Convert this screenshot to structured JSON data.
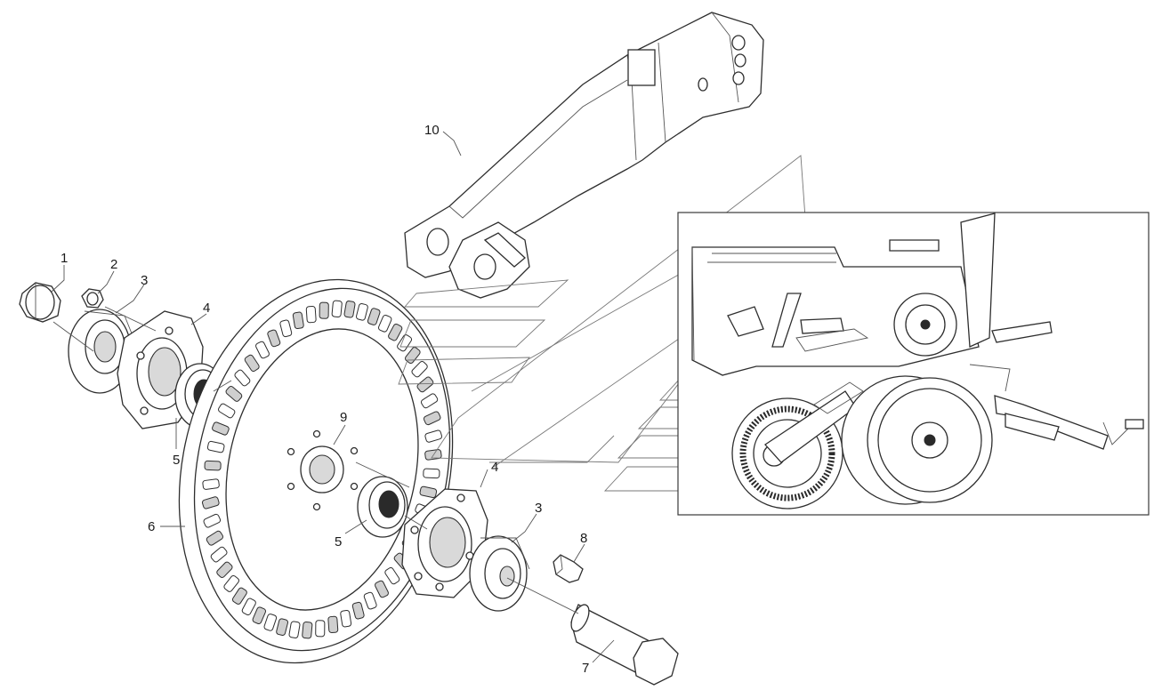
{
  "callouts": [
    {
      "id": "1",
      "label": "1"
    },
    {
      "id": "2",
      "label": "2"
    },
    {
      "id": "3a",
      "label": "3"
    },
    {
      "id": "4a",
      "label": "4"
    },
    {
      "id": "5a",
      "label": "5"
    },
    {
      "id": "6",
      "label": "6"
    },
    {
      "id": "9",
      "label": "9"
    },
    {
      "id": "5b",
      "label": "5"
    },
    {
      "id": "4b",
      "label": "4"
    },
    {
      "id": "3b",
      "label": "3"
    },
    {
      "id": "8",
      "label": "8"
    },
    {
      "id": "7",
      "label": "7"
    },
    {
      "id": "10",
      "label": "10"
    }
  ]
}
